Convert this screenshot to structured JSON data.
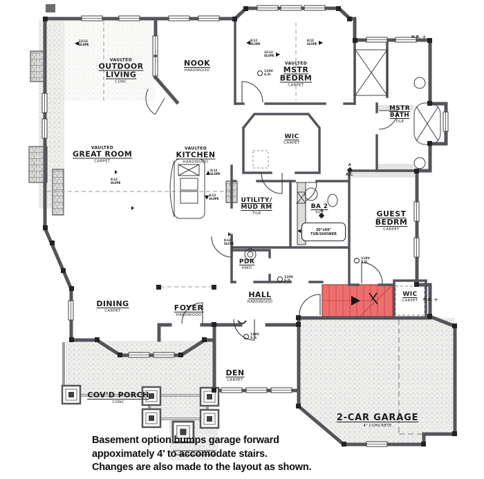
{
  "rooms": [
    {
      "prefix": "VAULTED",
      "name": "OUTDOOR LIVING",
      "sub": "CONC"
    },
    {
      "prefix": "",
      "name": "NOOK",
      "sub": "HARDWOOD"
    },
    {
      "prefix": "VAULTED",
      "name": "MSTR BEDRM",
      "sub": "CARPET"
    },
    {
      "prefix": "",
      "name": "MSTR BATH",
      "sub": "TILE"
    },
    {
      "prefix": "VAULTED",
      "name": "GREAT ROOM",
      "sub": "CARPET"
    },
    {
      "prefix": "VAULTED",
      "name": "KITCHEN",
      "sub": "HARDWOOD"
    },
    {
      "prefix": "",
      "name": "WIC",
      "sub": "CARPET"
    },
    {
      "prefix": "",
      "name": "UTILITY/ MUD RM",
      "sub": "TILE"
    },
    {
      "prefix": "",
      "name": "BA 2",
      "sub": "TILE"
    },
    {
      "prefix": "",
      "name": "GUEST BEDRM",
      "sub": "CARPET"
    },
    {
      "prefix": "",
      "name": "PDR",
      "sub": "HWD"
    },
    {
      "prefix": "",
      "name": "DINING",
      "sub": "CARPET"
    },
    {
      "prefix": "",
      "name": "FOYER",
      "sub": "HARDWOOD"
    },
    {
      "prefix": "",
      "name": "HALL",
      "sub": "HARDWOOD"
    },
    {
      "prefix": "",
      "name": "DEN",
      "sub": "CARPET"
    },
    {
      "prefix": "",
      "name": "WIC",
      "sub": "CARPET"
    },
    {
      "prefix": "",
      "name": "COV'D PORCH",
      "sub": "CONC"
    },
    {
      "prefix": "",
      "name": "2-CAR GARAGE",
      "sub": "4\" CONCRETE"
    }
  ],
  "annotations": {
    "smoke": {
      "label_top": "110V",
      "label_bottom": "S.D."
    },
    "hose_bib": "H.B.",
    "ac": {
      "letter": "A",
      "label": "A.C."
    },
    "tub_note": {
      "line1": "30\"x60\"",
      "line2": "TUB/SHOWER"
    },
    "slopes": [
      {
        "arrow": "◀",
        "label": "12:12 SLOPE"
      },
      {
        "arrow": "▶",
        "label": "12:12 SLOPE"
      },
      {
        "arrow": "◀",
        "label": "8:12 SLOPE"
      },
      {
        "arrow": "▶",
        "label": "8:12 SLOPE"
      },
      {
        "arrow": "▲",
        "label": "8:12 SLOPE"
      },
      {
        "arrow": "▼",
        "label": "8:12 SLOPE"
      },
      {
        "arrow": "▼",
        "label": "8:12 SLOPE"
      },
      {
        "arrow": "▼",
        "label": "8:12 SLOPE"
      }
    ]
  },
  "caption": {
    "line1": "Basement option bumps garage forward",
    "line2": "appoximately 4’ to accomodate stairs.",
    "line3": "Changes are also made to the layout as shown."
  },
  "colors": {
    "wall": "#54555a",
    "stairs_fill": "#ee6e6e",
    "stairs_line": "#b9484a",
    "caption_text": "#0d0d0d"
  }
}
